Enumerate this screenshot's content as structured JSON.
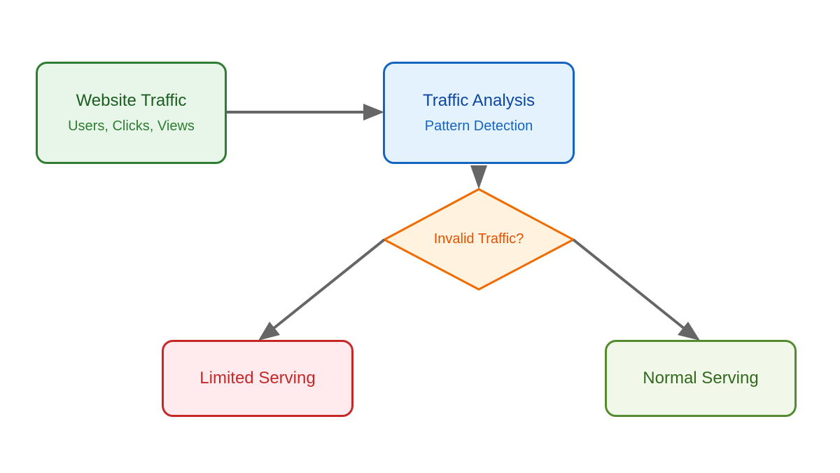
{
  "nodes": {
    "website_traffic": {
      "title": "Website Traffic",
      "subtitle": "Users, Clicks, Views"
    },
    "traffic_analysis": {
      "title": "Traffic Analysis",
      "subtitle": "Pattern Detection"
    },
    "decision": {
      "label": "Invalid Traffic?"
    },
    "limited_serving": {
      "title": "Limited Serving"
    },
    "normal_serving": {
      "title": "Normal Serving"
    }
  },
  "colors": {
    "arrow": "#666666",
    "website_traffic": {
      "fill": "#e8f5e9",
      "stroke": "#2e7d32"
    },
    "traffic_analysis": {
      "fill": "#e3f2fd",
      "stroke": "#1565c0"
    },
    "decision": {
      "fill": "#fff3e0",
      "stroke": "#ef6c00",
      "text": "#e65100"
    },
    "limited_serving": {
      "fill": "#ffebee",
      "stroke": "#c62828"
    },
    "normal_serving": {
      "fill": "#f1f8e9",
      "stroke": "#558b2f"
    }
  },
  "edges": [
    {
      "from": "website_traffic",
      "to": "traffic_analysis"
    },
    {
      "from": "traffic_analysis",
      "to": "decision"
    },
    {
      "from": "decision",
      "to": "limited_serving"
    },
    {
      "from": "decision",
      "to": "normal_serving"
    }
  ]
}
